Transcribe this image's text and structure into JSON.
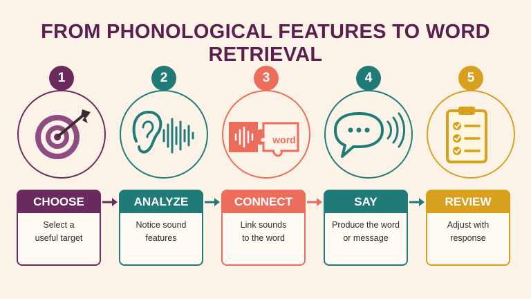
{
  "title": "FROM PHONOLOGICAL FEATURES TO WORD RETRIEVAL",
  "colors": {
    "plum": "#6b2a5e",
    "teal": "#1f7a78",
    "coral": "#ec6d5b",
    "gold": "#d9a01f",
    "background": "#fbf3e8"
  },
  "steps": [
    {
      "number": "1",
      "label": "CHOOSE",
      "description": "Select a\nuseful target",
      "icon": "target-icon",
      "color": "#6b2a5e"
    },
    {
      "number": "2",
      "label": "ANALYZE",
      "description": "Notice sound\nfeatures",
      "icon": "ear-soundwave-icon",
      "color": "#1f7a78"
    },
    {
      "number": "3",
      "label": "CONNECT",
      "description": "Link sounds\nto the word",
      "icon": "puzzle-icon",
      "color": "#ec6d5b",
      "icon_text": "word"
    },
    {
      "number": "4",
      "label": "SAY",
      "description": "Produce the word\nor message",
      "icon": "speech-bubble-icon",
      "color": "#1f7a78"
    },
    {
      "number": "5",
      "label": "REVIEW",
      "description": "Adjust with\nresponse",
      "icon": "checklist-icon",
      "color": "#d9a01f"
    }
  ],
  "arrow_colors": [
    "#6b2a5e",
    "#1f7a78",
    "#ec6d5b",
    "#1f7a78"
  ]
}
